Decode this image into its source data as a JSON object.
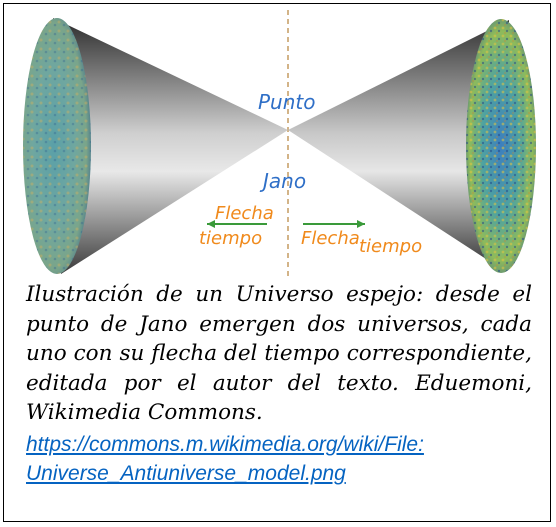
{
  "figure": {
    "labels": {
      "punto": "Punto",
      "jano": "Jano",
      "flecha_left": "Flecha",
      "tiempo_left": "tiempo",
      "flecha_right": "Flecha",
      "tiempo_right": "tiempo"
    },
    "colors": {
      "label_blue": "#2f6fc7",
      "label_orange": "#f08a1c",
      "arrow_green": "#3a9a3a",
      "axis_dashed": "#c8a16a"
    },
    "caption_text": "Ilustración de un Universo espejo: desde el punto de Jano emergen dos universos, cada uno con su flecha del tiempo correspondiente, editada por el autor del texto. Eduemoni, Wikimedia Commons.",
    "link_line1": "https://commons.m.wikimedia.org/wiki/File:",
    "link_line2": "Universe_Antiuniverse_model.png"
  }
}
